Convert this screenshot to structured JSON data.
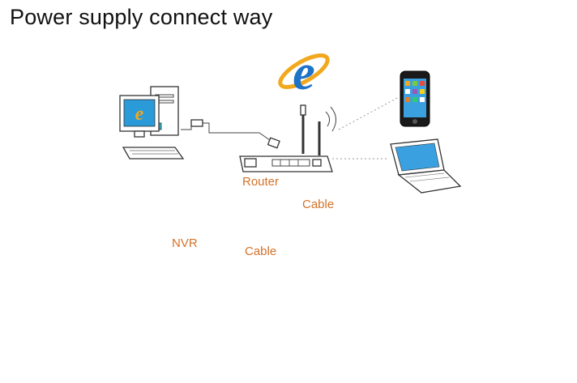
{
  "title": "Power supply connect way",
  "labels": {
    "router": "Router",
    "nvr": "NVR",
    "cable_top": "Cable",
    "cable_mid": "Cable"
  },
  "colors": {
    "label": "#d4722a",
    "ie_blue": "#1e73c9",
    "ie_ring": "#f2a81d",
    "screen": "#1f8fd8"
  },
  "icons": [
    "internet-explorer-icon",
    "desktop-pc-icon",
    "smartphone-icon",
    "laptop-icon",
    "router-icon",
    "nvr-recorder-icon",
    "monitor-icon",
    "mouse-icon",
    "power-adapter-icon",
    "wall-socket-icon",
    "bullet-camera-icon"
  ]
}
